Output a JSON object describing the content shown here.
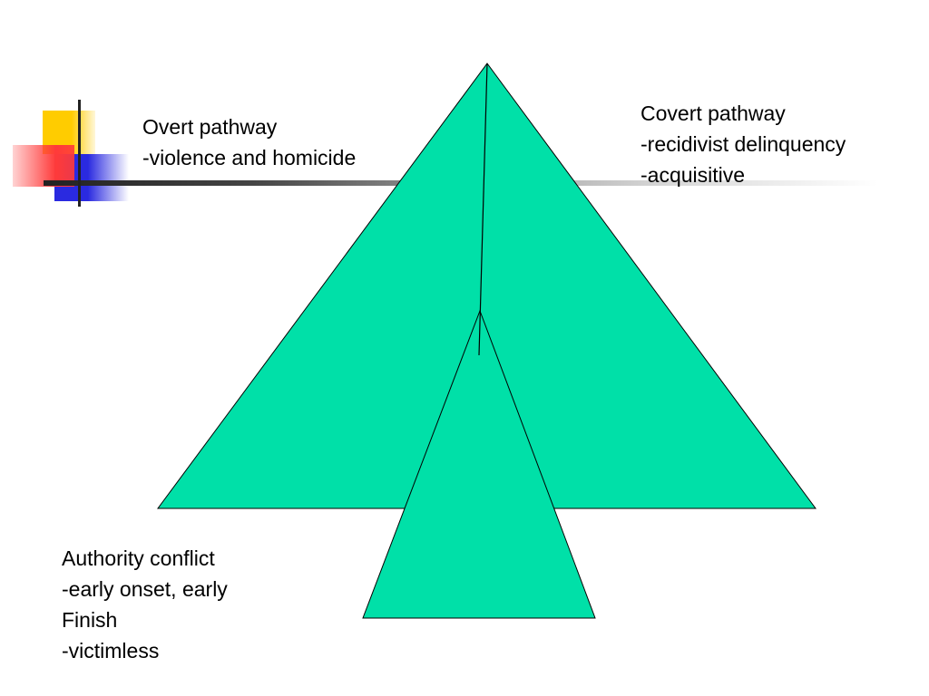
{
  "overt": {
    "title": "Overt pathway",
    "lines": [
      "-violence and homicide"
    ]
  },
  "covert": {
    "title": "Covert pathway",
    "lines": [
      "-recidivist delinquency",
      "-acquisitive"
    ]
  },
  "authority": {
    "title": "Authority conflict",
    "lines": [
      "-early onset, early",
      "Finish",
      "-victimless"
    ]
  },
  "colors": {
    "triangle_fill": "#00e0a8",
    "outline": "#000000",
    "logo_yellow": "#ffcc00",
    "logo_blue": "#2a2ae0",
    "logo_red": "#ff3a3a"
  }
}
